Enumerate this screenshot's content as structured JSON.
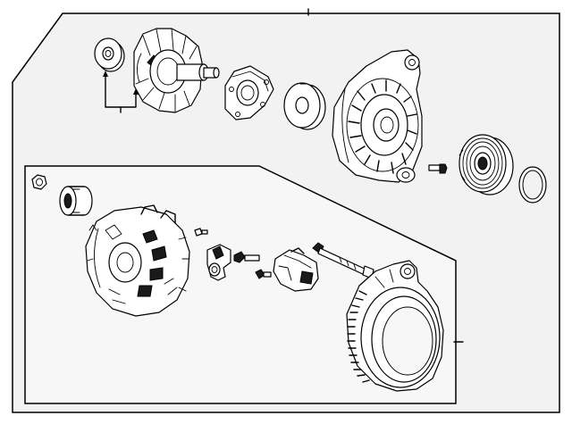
{
  "diagram": {
    "background_color": "#ffffff",
    "panel_fill": "#f2f2f2",
    "line_color": "#000000",
    "parts": [
      "bearing-small",
      "rotor",
      "bearing-retainer-plate",
      "bearing-large",
      "front-housing",
      "housing-bolt",
      "pulley",
      "o-ring",
      "nut",
      "pulley-cap",
      "rear-housing-rectifier",
      "small-screw",
      "brush-holder",
      "screw-pair",
      "voltage-regulator",
      "through-bolt",
      "stator-rear-frame"
    ]
  }
}
